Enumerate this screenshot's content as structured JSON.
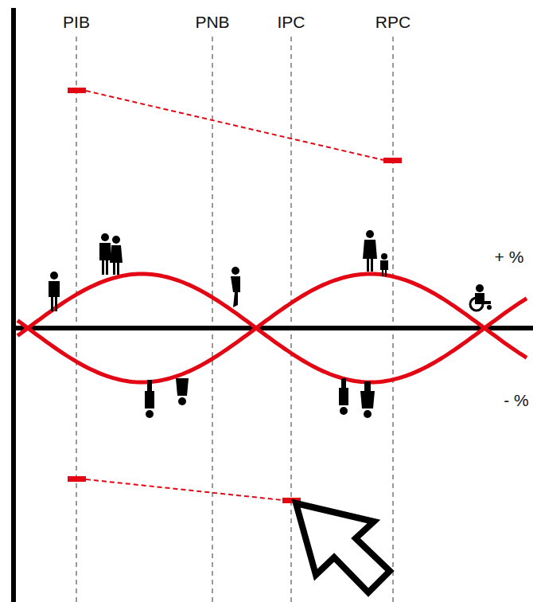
{
  "diagram": {
    "labels": [
      "PIB",
      "PNB",
      "IPC",
      "RPC",
      "+ %",
      "- %"
    ]
  }
}
